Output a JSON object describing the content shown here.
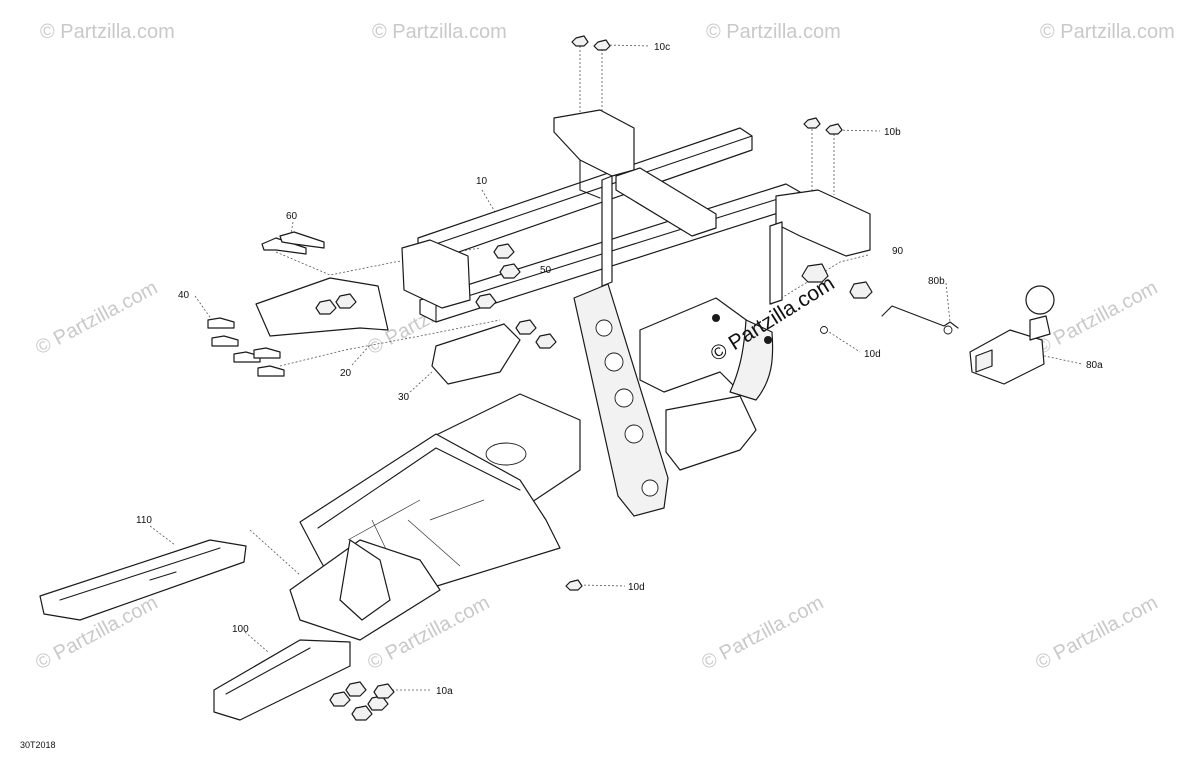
{
  "diagram_code": "30T2018",
  "watermark": {
    "text": "© Partzilla.com",
    "center_text": "© Partzilla.com"
  },
  "callouts": {
    "c10": "10",
    "c10a": "10a",
    "c10b": "10b",
    "c10c": "10c",
    "c10d_right": "10d",
    "c10d_bottom": "10d",
    "c20": "20",
    "c30": "30",
    "c40": "40",
    "c50": "50",
    "c60": "60",
    "c80a": "80a",
    "c80b": "80b",
    "c90": "90",
    "c100": "100",
    "c110": "110"
  }
}
